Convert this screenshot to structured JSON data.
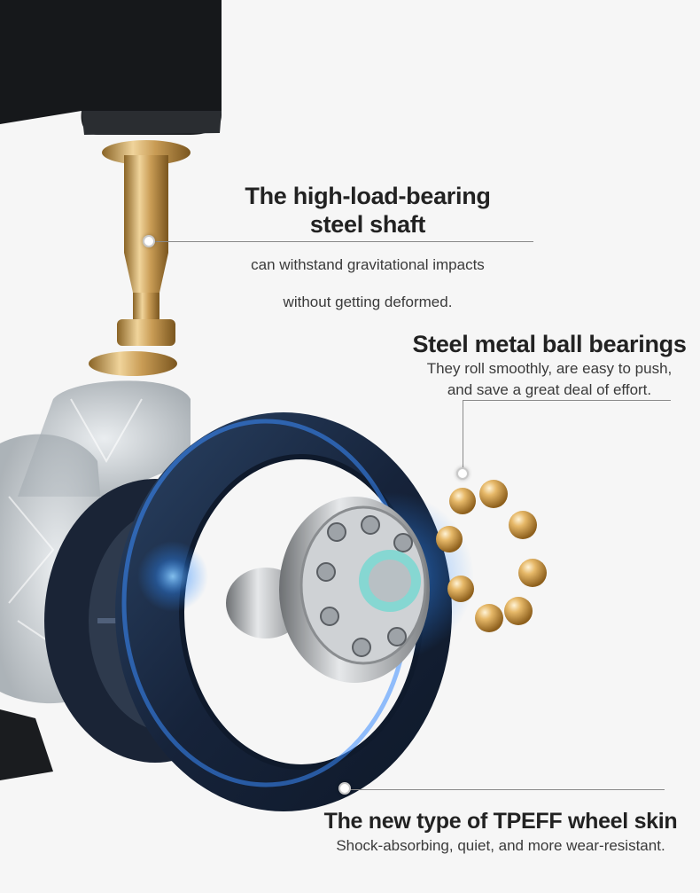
{
  "callouts": {
    "shaft": {
      "title_line1": "The high-load-bearing",
      "title_line2": "steel shaft",
      "desc_line1": "can withstand gravitational impacts",
      "desc_line2": "without getting deformed."
    },
    "bearings": {
      "title": "Steel metal ball bearings",
      "desc_line1": "They roll smoothly, are easy to push,",
      "desc_line2": "and save a great deal of effort."
    },
    "wheel_skin": {
      "title": "The new type of TPEFF wheel skin",
      "desc": "Shock-absorbing, quiet, and more wear-resistant."
    }
  },
  "colors": {
    "background": "#f6f6f6",
    "brass": "#c9a261",
    "tire": "#1e2f49",
    "glow": "#2f8cff",
    "steel": "#b9bcbf"
  }
}
